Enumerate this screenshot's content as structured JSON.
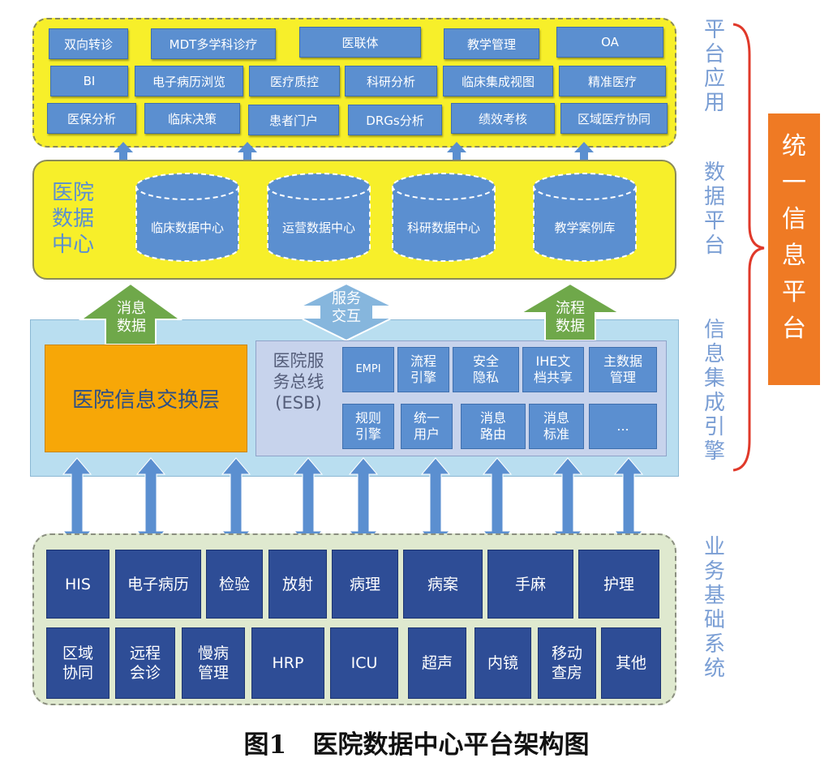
{
  "platform_apps": {
    "row1": [
      "双向转诊",
      "MDT多学科诊疗",
      "医联体",
      "教学管理",
      "OA"
    ],
    "row2": [
      "BI",
      "电子病历浏览",
      "医疗质控",
      "科研分析",
      "临床集成视图",
      "精准医疗"
    ],
    "row3": [
      "医保分析",
      "临床决策",
      "患者门户",
      "DRGs分析",
      "绩效考核",
      "区域医疗协同"
    ]
  },
  "data_center": {
    "title": "医院数据中心",
    "stores": [
      "临床数据中心",
      "运营数据中心",
      "科研数据中心",
      "教学案例库"
    ]
  },
  "arrows": {
    "message_data": "消息数据",
    "service_interaction": "服务交互",
    "process_data": "流程数据"
  },
  "integration": {
    "exchange_layer": "医院信息交换层",
    "esb_title_1": "医院服",
    "esb_title_2": "务总线",
    "esb_title_3": "(ESB)",
    "esb_row1": [
      {
        "l1": "EMPI",
        "l2": ""
      },
      {
        "l1": "流程",
        "l2": "引擎"
      },
      {
        "l1": "安全",
        "l2": "隐私"
      },
      {
        "l1": "IHE文",
        "l2": "档共享"
      },
      {
        "l1": "主数据",
        "l2": "管理"
      }
    ],
    "esb_row2": [
      {
        "l1": "规则",
        "l2": "引擎"
      },
      {
        "l1": "统一",
        "l2": "用户"
      },
      {
        "l1": "消息",
        "l2": "路由"
      },
      {
        "l1": "消息",
        "l2": "标准"
      },
      {
        "l1": "...",
        "l2": ""
      }
    ]
  },
  "business_systems": {
    "row1": [
      "HIS",
      "电子病历",
      "检验",
      "放射",
      "病理",
      "病案",
      "手麻",
      "护理"
    ],
    "row2": [
      {
        "l1": "区域",
        "l2": "协同"
      },
      {
        "l1": "远程",
        "l2": "会诊"
      },
      {
        "l1": "慢病",
        "l2": "管理"
      },
      {
        "l1": "HRP",
        "l2": ""
      },
      {
        "l1": "ICU",
        "l2": ""
      },
      {
        "l1": "超声",
        "l2": ""
      },
      {
        "l1": "内镜",
        "l2": ""
      },
      {
        "l1": "移动",
        "l2": "查房"
      },
      {
        "l1": "其他",
        "l2": ""
      }
    ]
  },
  "side_labels": {
    "platform_application": "平台应用",
    "data_platform": "数据平台",
    "integration_engine": "信息集成引擎",
    "business_systems": "业务基础系统",
    "unified_platform": "统一信息平台"
  },
  "caption": "图1   医院数据中心平台架构图",
  "colors": {
    "yellow": "#f7ef2a",
    "blue_button": "#5b8fd0",
    "dark_blue_button": "#2e4d96",
    "orange": "#f7a707",
    "unified_orange": "#ef7a24",
    "green_arrow": "#6fa84a"
  }
}
